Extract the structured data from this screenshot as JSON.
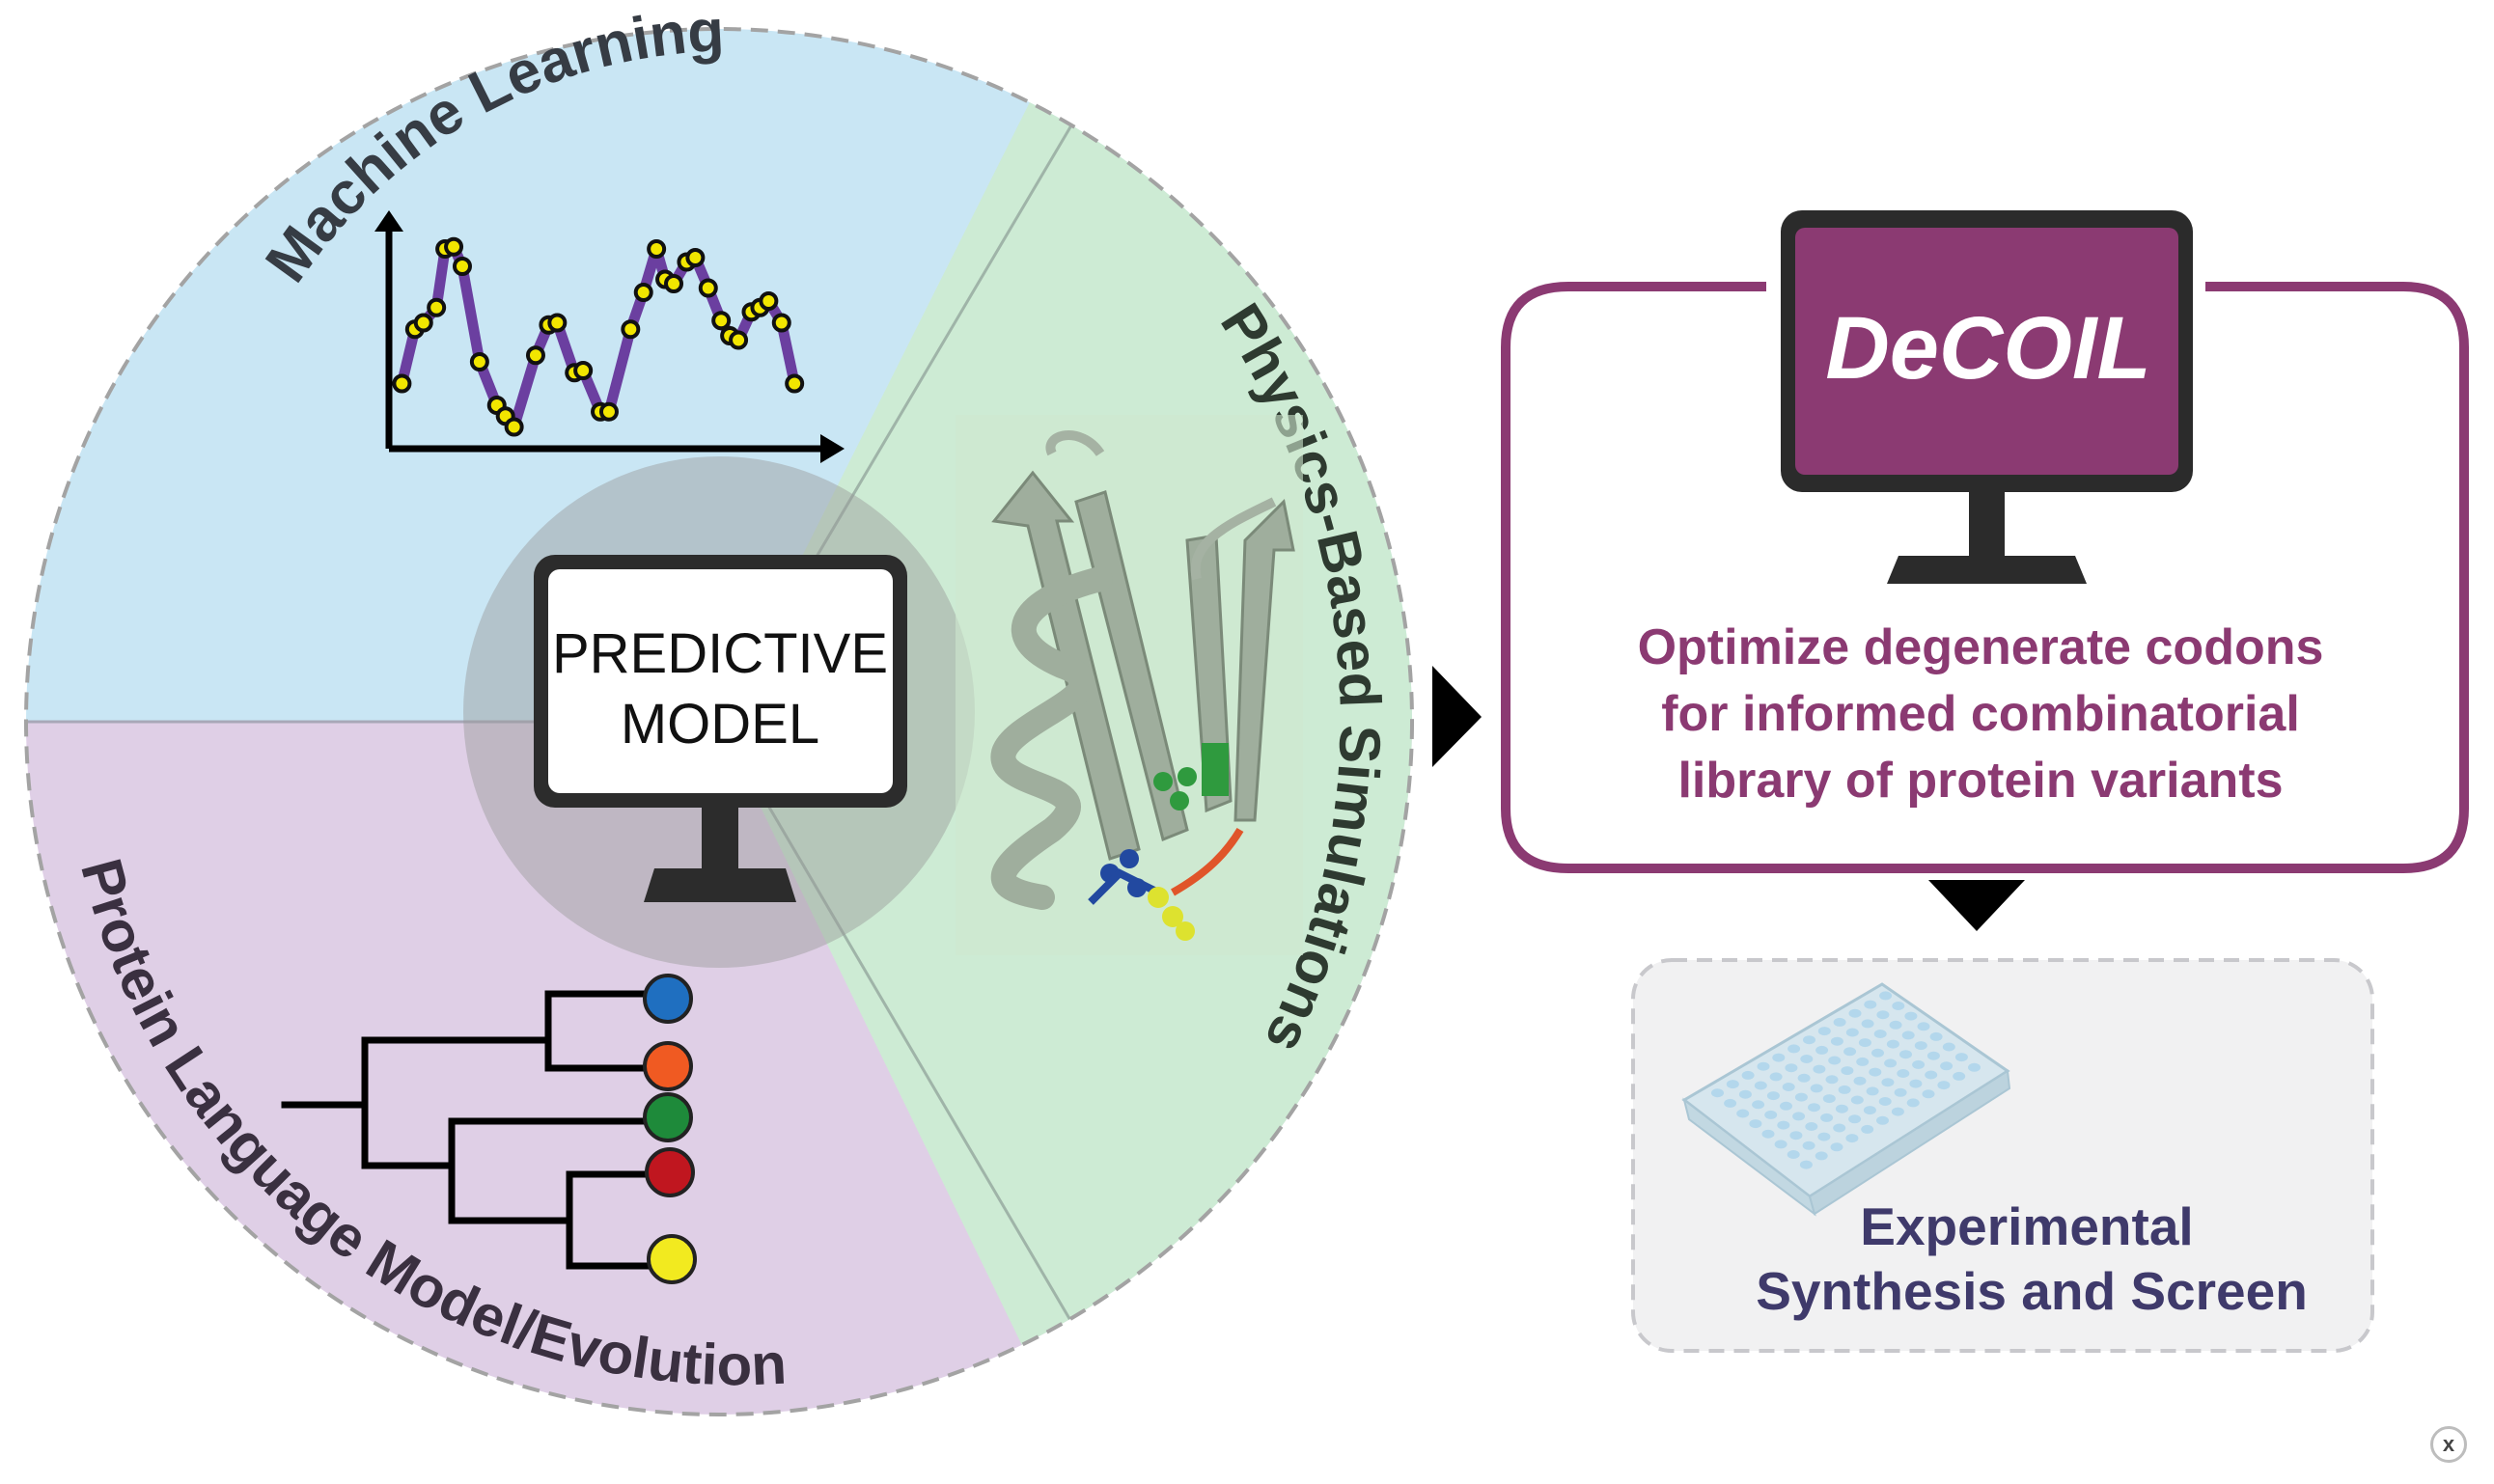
{
  "wheel": {
    "segments": [
      {
        "id": "machine-learning",
        "label": "Machine Learning",
        "color": "#c9e6f4"
      },
      {
        "id": "physics",
        "label": "Physics-Based Simulations",
        "color": "#cdebd4"
      },
      {
        "id": "plm",
        "label": "Protein Language Model/Evolution",
        "color": "#dfcfe6"
      }
    ],
    "center": {
      "line1": "PREDICTIVE",
      "line2": "MODEL",
      "disc_color": "#9a9a9a"
    }
  },
  "ml_plot": {
    "curve_color": "#6b3fa0",
    "point_fill": "#f2e600",
    "points": [
      [
        0.03,
        0.3
      ],
      [
        0.06,
        0.55
      ],
      [
        0.08,
        0.58
      ],
      [
        0.11,
        0.65
      ],
      [
        0.13,
        0.92
      ],
      [
        0.15,
        0.93
      ],
      [
        0.17,
        0.84
      ],
      [
        0.21,
        0.4
      ],
      [
        0.25,
        0.2
      ],
      [
        0.27,
        0.15
      ],
      [
        0.29,
        0.1
      ],
      [
        0.34,
        0.43
      ],
      [
        0.37,
        0.57
      ],
      [
        0.39,
        0.58
      ],
      [
        0.43,
        0.35
      ],
      [
        0.45,
        0.36
      ],
      [
        0.49,
        0.17
      ],
      [
        0.51,
        0.17
      ],
      [
        0.56,
        0.55
      ],
      [
        0.59,
        0.72
      ],
      [
        0.62,
        0.92
      ],
      [
        0.64,
        0.78
      ],
      [
        0.66,
        0.76
      ],
      [
        0.69,
        0.86
      ],
      [
        0.71,
        0.88
      ],
      [
        0.74,
        0.74
      ],
      [
        0.77,
        0.59
      ],
      [
        0.79,
        0.52
      ],
      [
        0.81,
        0.5
      ],
      [
        0.84,
        0.63
      ],
      [
        0.86,
        0.65
      ],
      [
        0.88,
        0.68
      ],
      [
        0.91,
        0.58
      ],
      [
        0.94,
        0.3
      ]
    ]
  },
  "tree": {
    "leaves": [
      {
        "color": "#1f6fc0"
      },
      {
        "color": "#f05a22"
      },
      {
        "color": "#1e8a3a"
      },
      {
        "color": "#c0161f"
      },
      {
        "color": "#f2ea1f"
      }
    ]
  },
  "decoil": {
    "title": "DeCOIL",
    "screen_color": "#8b3a72",
    "border_color": "#8b3a72",
    "text_color": "#8b3a72",
    "description": [
      "Optimize degenerate codons",
      "for informed combinatorial",
      "library of protein variants"
    ]
  },
  "experimental": {
    "line1": "Experimental",
    "line2": "Synthesis and Screen",
    "text_color": "#3f3a6b",
    "box_color": "#f1f1f2"
  },
  "close": {
    "label": "x"
  }
}
